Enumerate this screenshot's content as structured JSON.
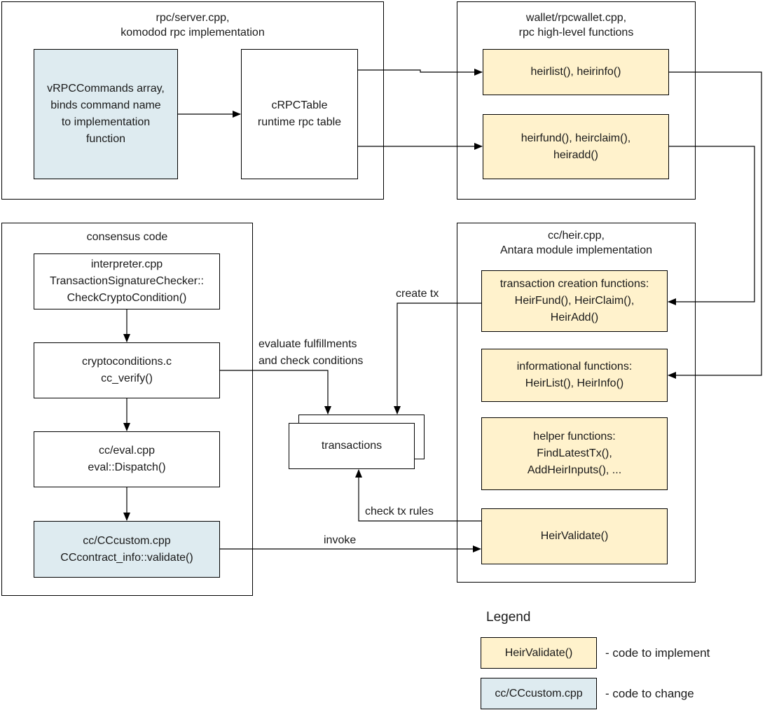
{
  "groups": {
    "rpc_server": {
      "title": "rpc/server.cpp,\nkomodod rpc implementation"
    },
    "rpcwallet": {
      "title": "wallet/rpcwallet.cpp,\nrpc high-level functions"
    },
    "consensus": {
      "title": "consensus code"
    },
    "heir": {
      "title": "cc/heir.cpp,\nAntara module implementation"
    }
  },
  "nodes": {
    "vrpc": "vRPCCommands array,\nbinds command name\nto implementation\nfunction",
    "crpc": "cRPCTable\nruntime rpc table",
    "heirlist": "heirlist(), heirinfo()",
    "heirfund": "heirfund(), heirclaim(),\nheiradd()",
    "interpreter": "interpreter.cpp\nTransactionSignatureChecker::\nCheckCryptoCondition()",
    "cryptoconditions": "cryptoconditions.c\ncc_verify()",
    "eval": "cc/eval.cpp\neval::Dispatch()",
    "cccustom": "cc/CCcustom.cpp\nCCcontract_info::validate()",
    "transactions": "transactions",
    "txcreation": "transaction creation functions:\nHeirFund(), HeirClaim(),\nHeirAdd()",
    "informational": "informational functions:\nHeirList(), HeirInfo()",
    "helper": "helper functions:\nFindLatestTx(),\nAddHeirInputs(), ...",
    "heirvalidate": "HeirValidate()"
  },
  "edge_labels": {
    "create_tx": "create tx",
    "evaluate": "evaluate fulfillments\nand check conditions",
    "check_tx_rules": "check tx rules",
    "invoke": "invoke"
  },
  "legend": {
    "title": "Legend",
    "implement_sample": "HeirValidate()",
    "implement_desc": "- code to implement",
    "change_sample": "cc/CCcustom.cpp",
    "change_desc": "- code to change"
  },
  "colors": {
    "implement": "#fff2cc",
    "change": "#deebf0",
    "line": "#000000"
  }
}
